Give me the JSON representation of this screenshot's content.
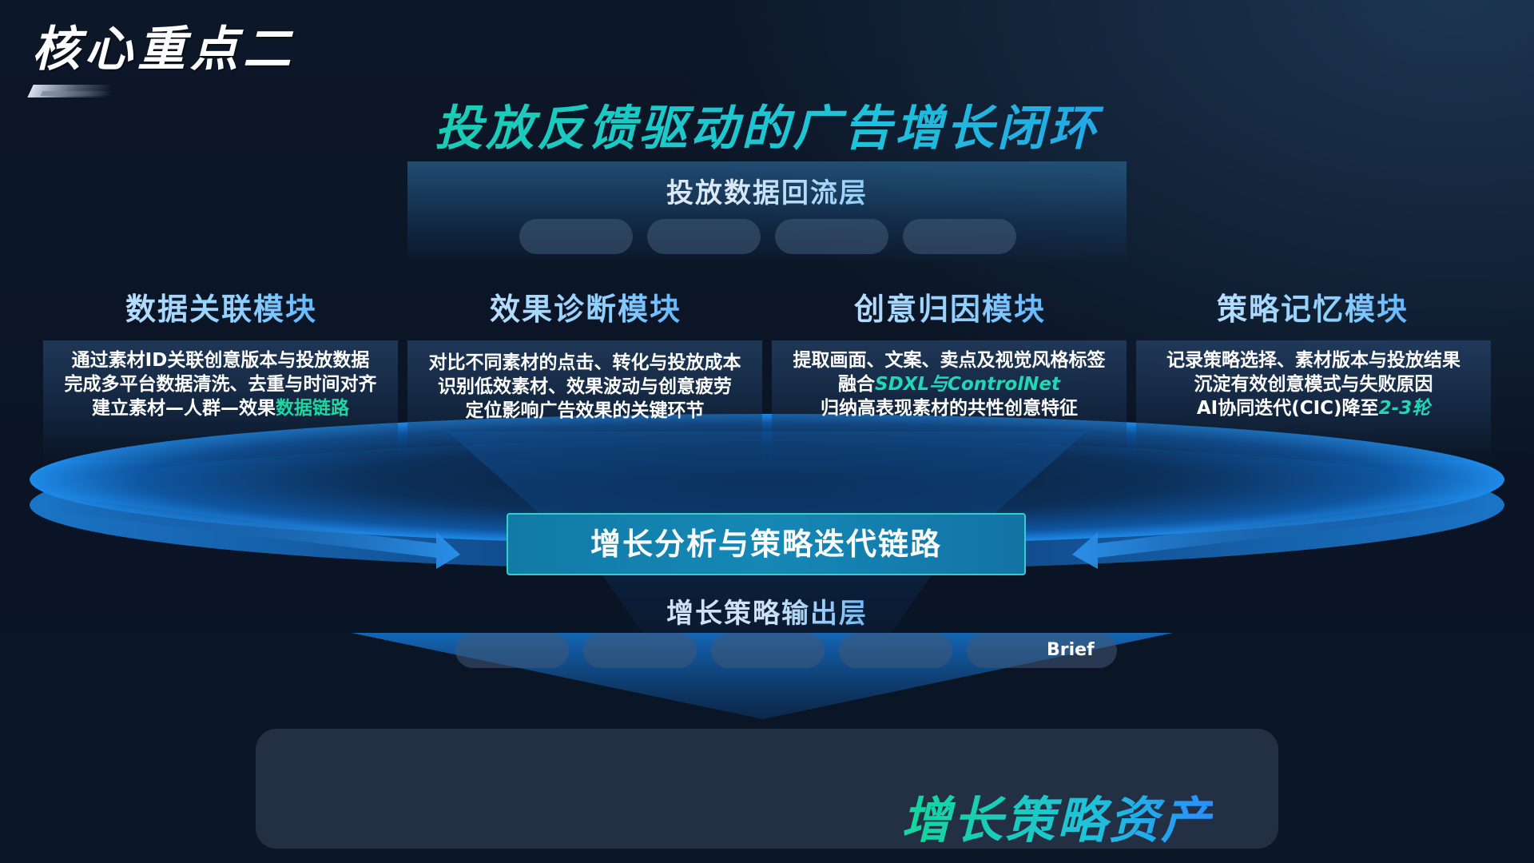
{
  "header": {
    "corner_title": "核心重点二",
    "main_title": "投放反馈驱动的广告增长闭环"
  },
  "feedback_layer": {
    "title": "投放数据回流层"
  },
  "modules": [
    {
      "title": "数据关联模块",
      "lines": [
        "通过素材ID关联创意版本与投放数据",
        "完成多平台数据清洗、去重与时间对齐"
      ],
      "line3_prefix": "建立素材—人群—效果",
      "line3_highlight": "数据链路"
    },
    {
      "title": "效果诊断模块",
      "lines": [
        "对比不同素材的点击、转化与投放成本",
        "识别低效素材、效果波动与创意疲劳",
        "定位影响广告效果的关键环节"
      ]
    },
    {
      "title": "创意归因模块",
      "lines": [
        "提取画面、文案、卖点及视觉风格标签",
        "归纳高表现素材的共性创意特征"
      ],
      "line2_prefix": "融合",
      "line2_highlight": "SDXL与ControlNet"
    },
    {
      "title": "策略记忆模块",
      "lines": [
        "记录策略选择、素材版本与投放结果",
        "沉淀有效创意模式与失败原因"
      ],
      "line3_prefix": "AI协同迭代(CIC)降至",
      "line3_highlight": "2-3轮"
    }
  ],
  "center": {
    "chain_label": "增长分析与策略迭代链路",
    "output_title": "增长策略输出层",
    "output_pill_label": "Brief"
  },
  "asset": {
    "title": "增长策略资产"
  },
  "colors": {
    "accent_green": "#1fd6a0",
    "accent_blue": "#2b7cff",
    "chain_fill": "#1588b6"
  }
}
